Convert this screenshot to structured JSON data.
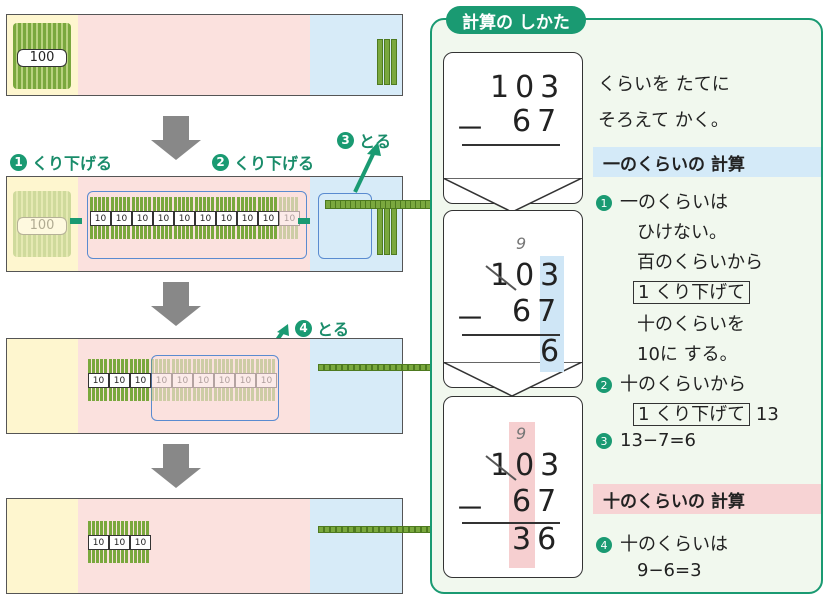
{
  "tags": {
    "step1": "くり下げる",
    "step2": "くり下げる",
    "step3": "とる",
    "step4": "とる"
  },
  "bundle_labels": {
    "hundred": "100",
    "ten": "10"
  },
  "step_numbers": [
    "1",
    "2",
    "3",
    "4"
  ],
  "panel": {
    "title": "計算の しかた",
    "problem": {
      "top": "103",
      "bottom": "67",
      "minus": "－"
    },
    "calc2": {
      "small": "9",
      "result_ones": "6"
    },
    "calc3": {
      "small": "9",
      "result": "36"
    },
    "intro_line1": "くらいを たてに",
    "intro_line2": "そろえて かく。",
    "band_ones": "一のくらいの 計算",
    "s1_l1": "一のくらいは",
    "s1_l2": "ひけない。",
    "s1_l3": "百のくらいから",
    "s1_box": "1 くり下げて",
    "s1_l5": "十のくらいを",
    "s1_l6": "10に する。",
    "s2_l1": "十のくらいから",
    "s2_box": "1 くり下げて",
    "s2_after": "13",
    "s3": "13−7=6",
    "band_tens": "十のくらいの 計算",
    "s4_l1": "十のくらいは",
    "s4_l2": "9−6=3"
  }
}
